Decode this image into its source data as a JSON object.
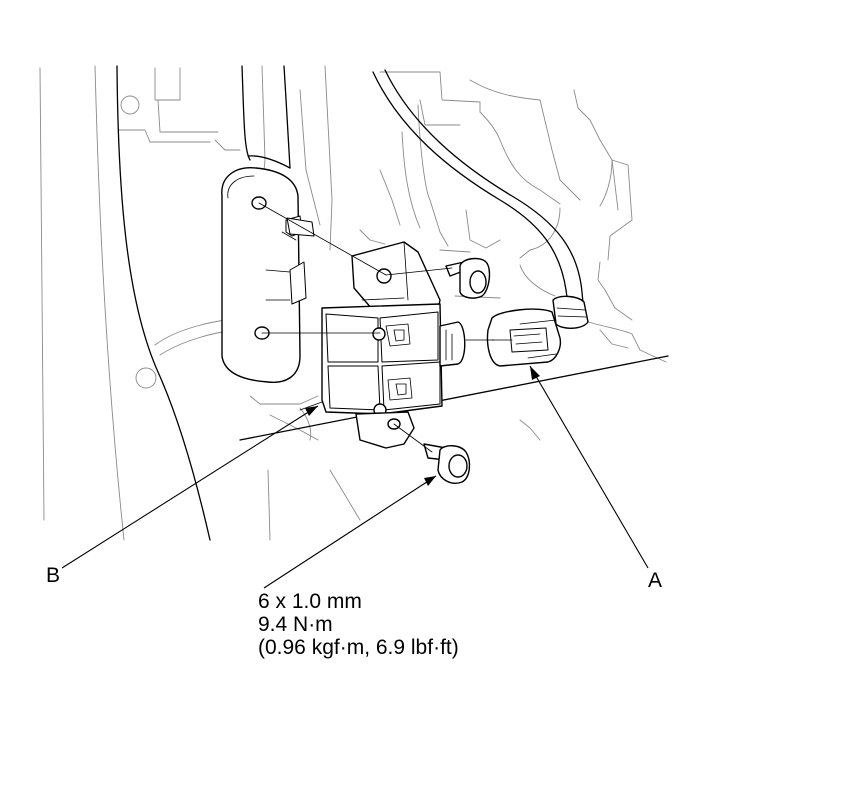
{
  "callouts": {
    "a": "A",
    "b": "B"
  },
  "torque_spec": {
    "bolt_size": "6 x 1.0 mm",
    "torque_nm": "9.4 N·m",
    "torque_alt": "(0.96 kgf·m, 6.9 lbf·ft)"
  }
}
